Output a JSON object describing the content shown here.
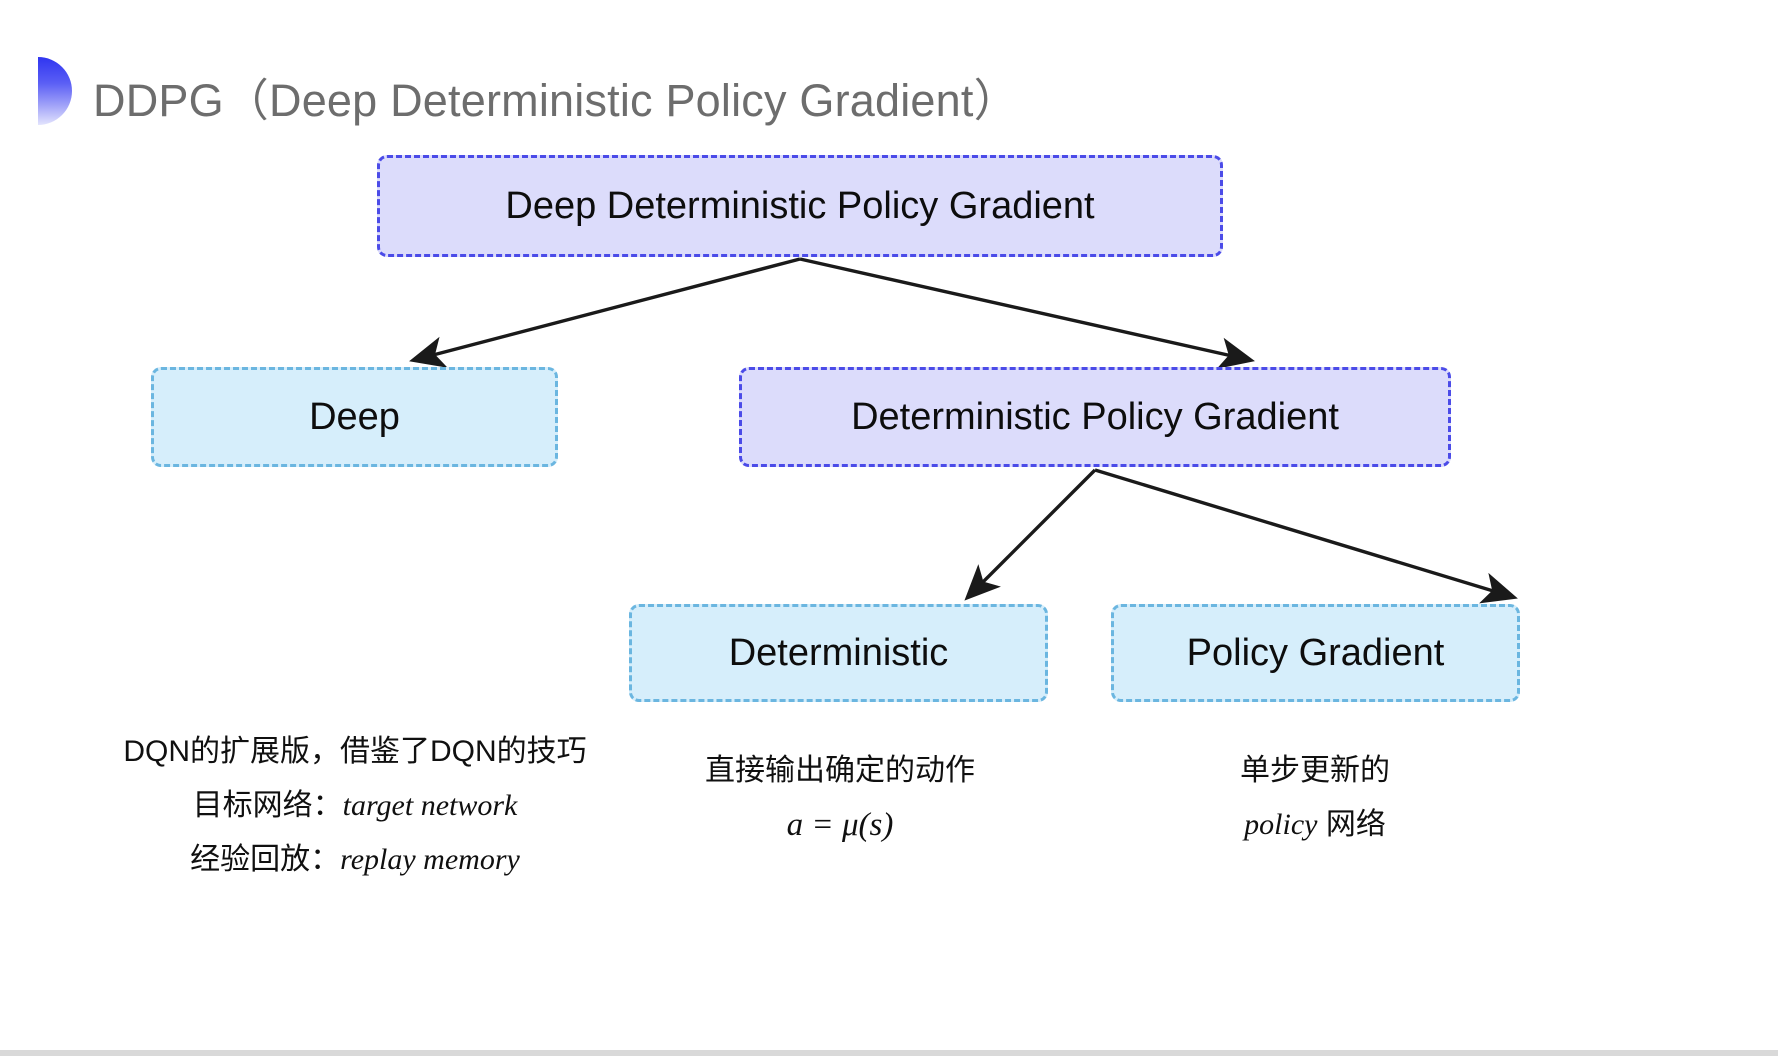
{
  "slide": {
    "title": "DDPG（Deep Deterministic Policy Gradient）",
    "background_color": "#ffffff"
  },
  "colors": {
    "purple_fill": "#dcdcfb",
    "purple_border": "#4b4be8",
    "blue_fill": "#d6eefb",
    "blue_border": "#6bb6e0",
    "title_text": "#6d6d6d",
    "arrow": "#1a1a1a",
    "bullet_gradient_start": "#2f35f0",
    "bullet_gradient_end": "#e3e4fd"
  },
  "diagram": {
    "type": "tree",
    "nodes": [
      {
        "id": "root",
        "label": "Deep Deterministic Policy Gradient",
        "style": "purple",
        "level": 0
      },
      {
        "id": "deep",
        "label": "Deep",
        "style": "blue",
        "level": 1
      },
      {
        "id": "dpg",
        "label": "Deterministic Policy Gradient",
        "style": "purple",
        "level": 1
      },
      {
        "id": "deterministic",
        "label": "Deterministic",
        "style": "blue",
        "level": 2
      },
      {
        "id": "policy_gradient",
        "label": "Policy Gradient",
        "style": "blue",
        "level": 2
      }
    ],
    "edges": [
      {
        "from": "root",
        "to": "deep"
      },
      {
        "from": "root",
        "to": "dpg"
      },
      {
        "from": "dpg",
        "to": "deterministic"
      },
      {
        "from": "dpg",
        "to": "policy_gradient"
      }
    ]
  },
  "captions": {
    "deep": {
      "line1": "DQN的扩展版，借鉴了DQN的技巧",
      "line2_label": "目标网络：",
      "line2_term": "target network",
      "line3_label": "经验回放：",
      "line3_term": "replay memory"
    },
    "deterministic": {
      "line1": "直接输出确定的动作",
      "formula": "a = μ(s)"
    },
    "policy_gradient": {
      "line1": "单步更新的",
      "line2_term": "policy",
      "line2_tail": " 网络"
    }
  }
}
